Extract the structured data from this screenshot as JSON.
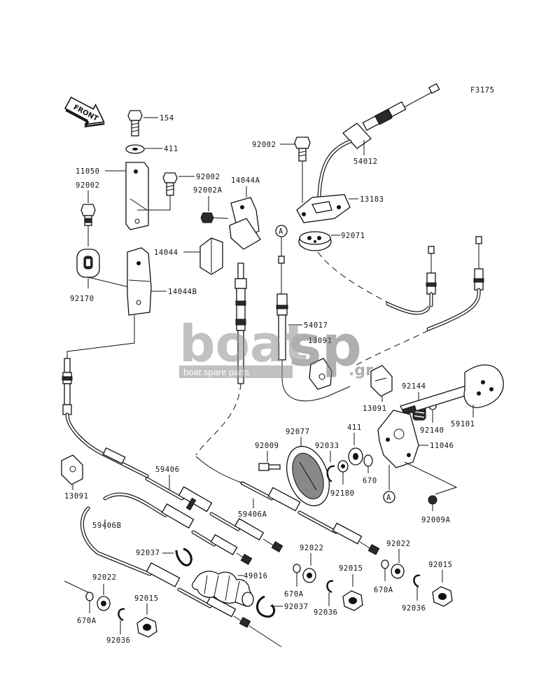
{
  "figure_code": "F3175",
  "front_label": "FRONT",
  "circle_marker": "A",
  "watermark": {
    "brand_left": "boat",
    "brand_right": "sp",
    "suffix": ".gr",
    "tagline": "boat spare parts"
  },
  "parts": {
    "p154": "154",
    "p411a": "411",
    "p11050": "11050",
    "p92002a": "92002",
    "p92002b": "92002",
    "p92002c": "92002",
    "p14044A": "14044A",
    "p92002A": "92002A",
    "p14044": "14044",
    "p92170": "92170",
    "p14044B": "14044B",
    "p54012": "54012",
    "p13183": "13183",
    "p92071": "92071",
    "p54017": "54017",
    "p13091a": "13091",
    "p13091b": "13091",
    "p13091c": "13091",
    "p92144": "92144",
    "p92140": "92140",
    "p59101": "59101",
    "p411b": "411",
    "p11046": "11046",
    "p92009": "92009",
    "p92077": "92077",
    "p92033": "92033",
    "p670": "670",
    "p92180": "92180",
    "p92009A": "92009A",
    "p59406": "59406",
    "p59406A": "59406A",
    "p59406B": "59406B",
    "p92037a": "92037",
    "p49016": "49016",
    "p92037b": "92037",
    "p92022a": "92022",
    "p92022b": "92022",
    "p92022c": "92022",
    "p92015a": "92015",
    "p92015b": "92015",
    "p92015c": "92015",
    "p670Aa": "670A",
    "p670Ab": "670A",
    "p670Ac": "670A",
    "p92036a": "92036",
    "p92036b": "92036",
    "p92036c": "92036"
  }
}
